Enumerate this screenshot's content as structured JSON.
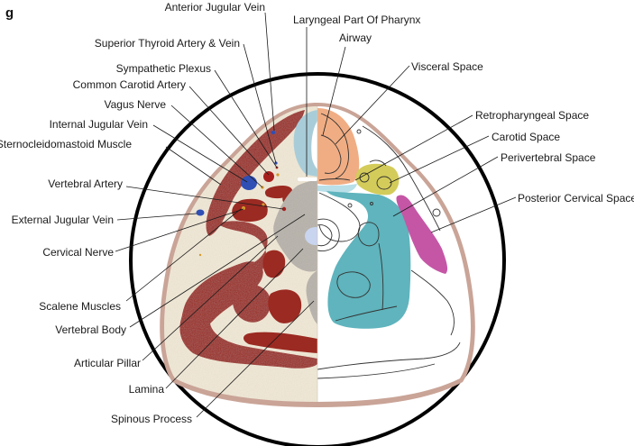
{
  "figure": {
    "panel_label": "g",
    "subject": "Axial cross-section of the neck",
    "colors": {
      "skin_border": "#c9a497",
      "subcutaneous": "#f1e8d6",
      "muscle": "#9b2a22",
      "vein": "#2f4fb5",
      "artery": "#a5201c",
      "nerve": "#d49a2c",
      "bone": "#b7b2aa",
      "airway_mucosa": "#a9cdd8",
      "cord": "#c9d4ef",
      "visceral_space": "#f0ad84",
      "carotid_space": "#d4cc5a",
      "retropharyngeal_space": "#b9dfe8",
      "perivertebral_space": "#5fb4bd",
      "posterior_cervical_space": "#c556a6",
      "frame_circle": "#000000"
    },
    "left_labels": [
      "Anterior Jugular Vein",
      "Superior Thyroid Artery & Vein",
      "Sympathetic Plexus",
      "Common Carotid Artery",
      "Vagus Nerve",
      "Internal Jugular Vein",
      "Sternocleidomastoid Muscle",
      "Vertebral Artery",
      "External Jugular Vein",
      "Cervical Nerve",
      "Scalene Muscles",
      "Vertebral Body",
      "Articular Pillar",
      "Lamina",
      "Spinous Process"
    ],
    "top_labels": [
      "Laryngeal Part Of Pharynx",
      "Airway"
    ],
    "right_labels": [
      "Visceral Space",
      "Retropharyngeal Space",
      "Carotid Space",
      "Perivertebral Space",
      "Posterior Cervical Space"
    ]
  }
}
